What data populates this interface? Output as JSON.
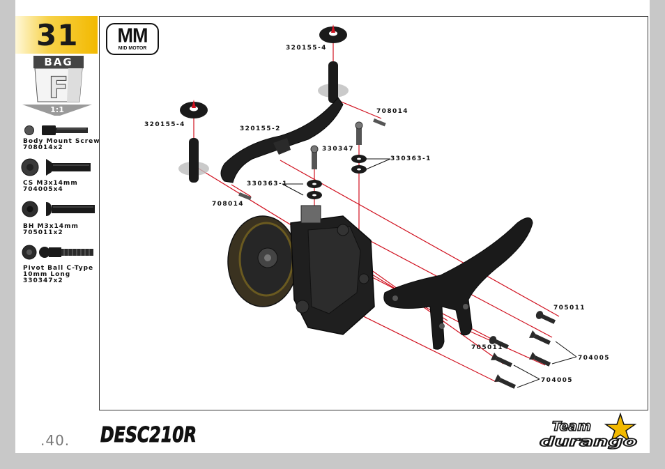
{
  "step": {
    "number": "31"
  },
  "bag": {
    "label": "BAG",
    "letter": "F"
  },
  "scale": {
    "label": "1:1"
  },
  "parts_list": [
    {
      "name_line1": "Body Mount Screw",
      "name_line2": "708014x2"
    },
    {
      "name_line1": "CS M3x14mm",
      "name_line2": "704005x4"
    },
    {
      "name_line1": "BH M3x14mm",
      "name_line2": "705011x2"
    },
    {
      "name_line1": "Pivot Ball C-Type",
      "name_line2": "10mm Long",
      "name_line3": "330347x2"
    }
  ],
  "badge": {
    "main": "MM",
    "sub": "MID MOTOR"
  },
  "callouts": {
    "body_post_top": "320155-4",
    "body_post_left": "320155-4",
    "body_mount_bridge": "320155-2",
    "screw_right_top": "708014",
    "screw_left": "708014",
    "pivot_ball": "330347",
    "washer_right": "330363-1",
    "washer_left": "330363-1",
    "bh_screw_upper": "705011",
    "bh_screw_lower": "705011",
    "cs_screw_upper": "704005",
    "cs_screw_lower": "704005"
  },
  "footer": {
    "page_number": ".40.",
    "product_logo": "DESC210R",
    "brand_logo_line1": "Team",
    "brand_logo_line2": "durango"
  },
  "colors": {
    "accent_yellow": "#f2b900",
    "guide_line_red": "#d0101e",
    "part_black": "#1a1a1a",
    "frame_gray": "#c8c8c8"
  }
}
